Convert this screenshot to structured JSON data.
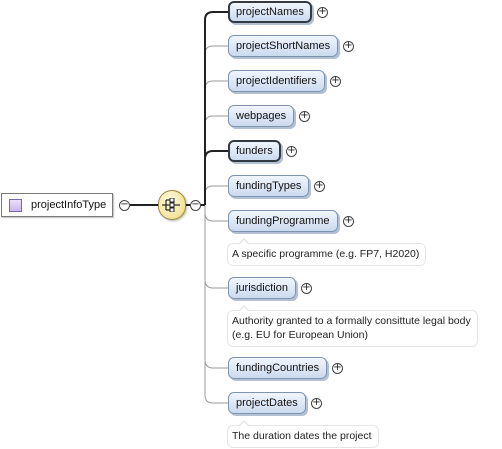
{
  "root": {
    "label": "projectInfoType",
    "expanded": true
  },
  "sequence": {
    "compositor": "sequence",
    "expanded": true
  },
  "children": [
    {
      "id": "projectNames",
      "label": "projectNames",
      "required": true,
      "expandable": true
    },
    {
      "id": "projectShortNames",
      "label": "projectShortNames",
      "required": false,
      "expandable": true
    },
    {
      "id": "projectIdentifiers",
      "label": "projectIdentifiers",
      "required": false,
      "expandable": true
    },
    {
      "id": "webpages",
      "label": "webpages",
      "required": false,
      "expandable": true
    },
    {
      "id": "funders",
      "label": "funders",
      "required": true,
      "expandable": true
    },
    {
      "id": "fundingTypes",
      "label": "fundingTypes",
      "required": false,
      "expandable": true
    },
    {
      "id": "fundingProgramme",
      "label": "fundingProgramme",
      "required": false,
      "expandable": true,
      "doc": [
        "A specific programme (e.g. FP7, H2020)"
      ]
    },
    {
      "id": "jurisdiction",
      "label": "jurisdiction",
      "required": false,
      "expandable": true,
      "doc": [
        "Authority granted to a formally consittute legal body",
        "(e.g. EU for European Union)"
      ]
    },
    {
      "id": "fundingCountries",
      "label": "fundingCountries",
      "required": false,
      "expandable": true
    },
    {
      "id": "projectDates",
      "label": "projectDates",
      "required": false,
      "expandable": true,
      "doc": [
        "The duration dates the project"
      ]
    }
  ],
  "colors": {
    "element_fill": "#cbdaef",
    "element_border": "#7d93ae",
    "compositor_fill": "#f3e39b",
    "type_icon": "#c8b7ee"
  }
}
